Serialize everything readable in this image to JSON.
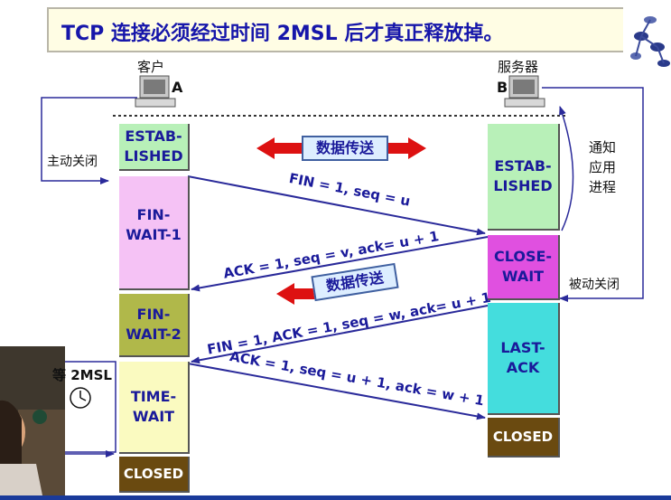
{
  "title": "TCP 连接必须经过时间 2MSL 后才真正释放掉。",
  "hosts": {
    "client": {
      "name": "客户",
      "letter": "A"
    },
    "server": {
      "name": "服务器",
      "letter": "B"
    }
  },
  "side_labels": {
    "active_close": "主动关闭",
    "notify_app": "通知\n应用\n进程",
    "passive_close": "被动关闭",
    "wait_2msl": "等 2MSL"
  },
  "client_states": [
    {
      "label": "ESTAB-\nLISHED",
      "color": "#b8f0b8"
    },
    {
      "label": "FIN-\nWAIT-1",
      "color": "#f5c2f5"
    },
    {
      "label": "FIN-\nWAIT-2",
      "color": "#b0b84a"
    },
    {
      "label": "TIME-\nWAIT",
      "color": "#fafac0"
    },
    {
      "label": "CLOSED",
      "color": "#6a4a10"
    }
  ],
  "server_states": [
    {
      "label": "ESTAB-\nLISHED",
      "color": "#b8f0b8"
    },
    {
      "label": "CLOSE-\nWAIT",
      "color": "#e050e0"
    },
    {
      "label": "LAST-\nACK",
      "color": "#44dddd"
    },
    {
      "label": "CLOSED",
      "color": "#6a4a10"
    }
  ],
  "messages": [
    "FIN = 1, seq = u",
    "ACK = 1, seq = v, ack= u + 1",
    "FIN = 1, ACK = 1, seq = w, ack= u + 1",
    "ACK = 1, seq = u + 1, ack = w + 1"
  ],
  "data_transfer": [
    "数据传送",
    "数据传送"
  ]
}
